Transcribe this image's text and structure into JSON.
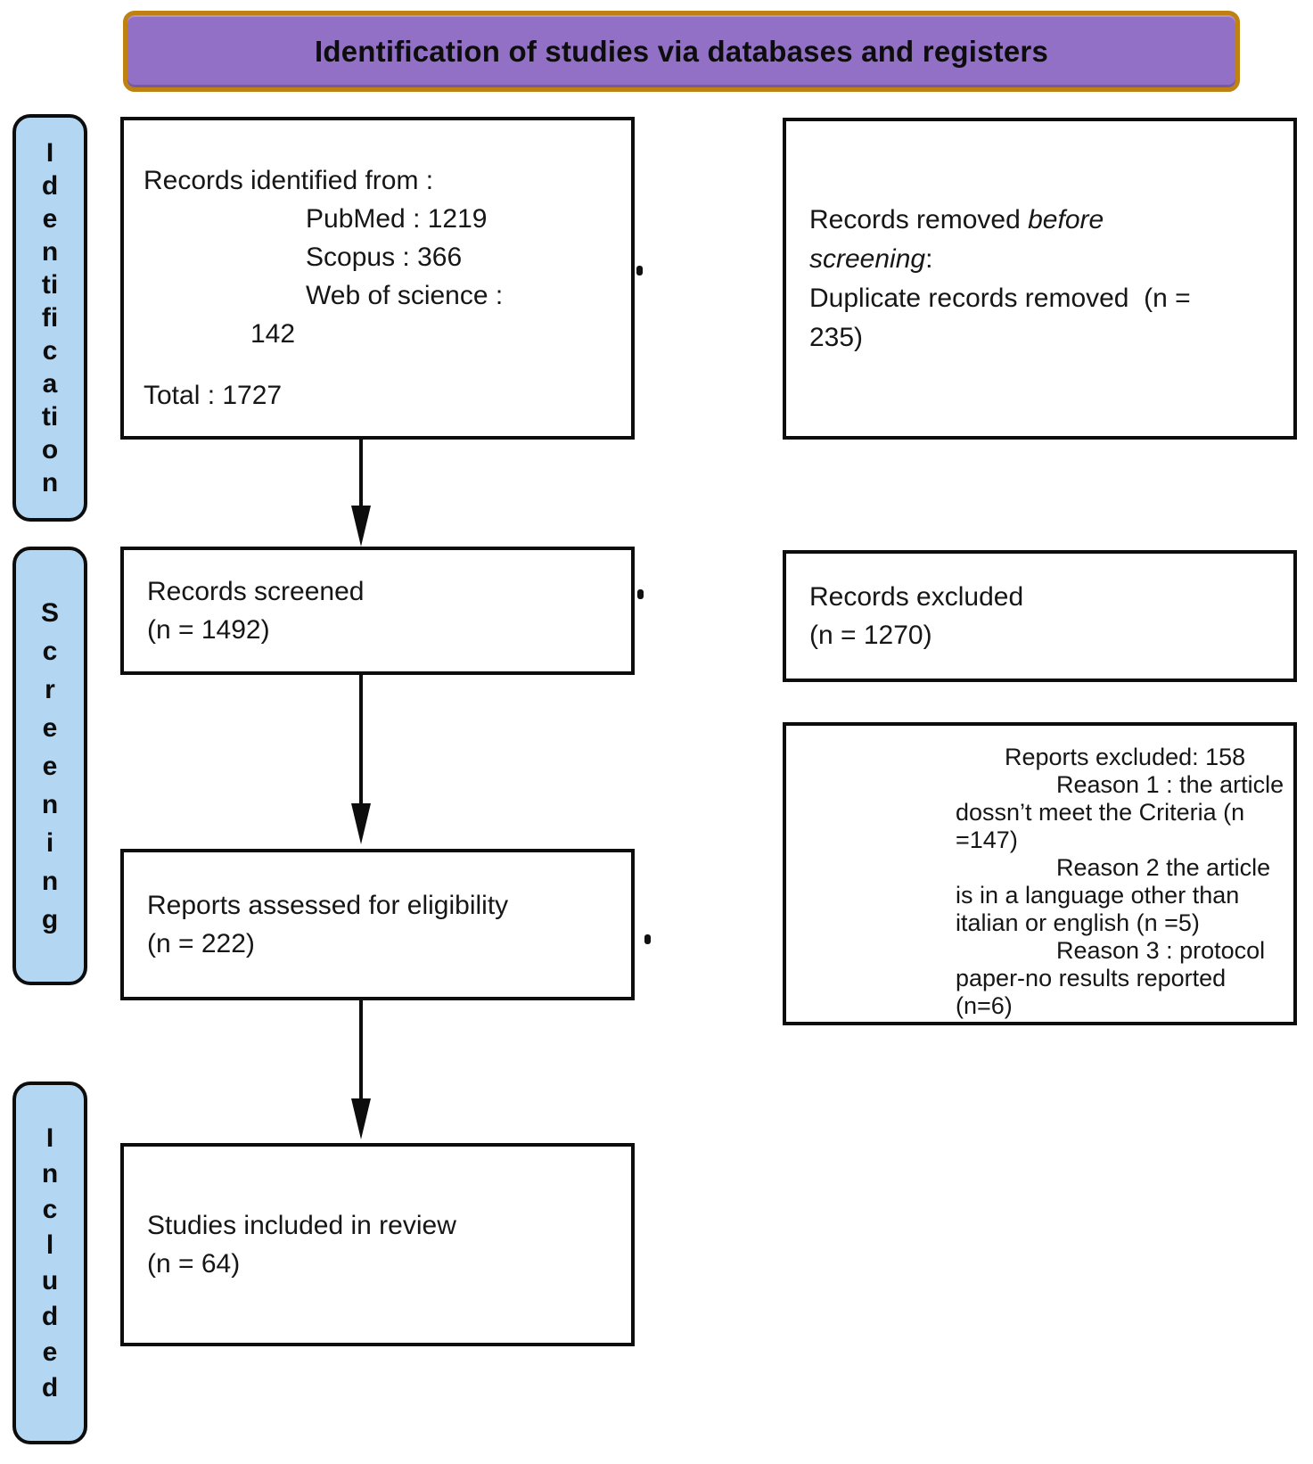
{
  "header": {
    "title": "Identification of studies via databases and registers"
  },
  "colors": {
    "banner_bg": "#9270c6",
    "banner_border": "#bf8112",
    "stage_bg": "#b3d6f2",
    "box_border": "#0d0d0d"
  },
  "stages": {
    "identification": {
      "label": "Identification",
      "letters": [
        "I",
        "d",
        "e",
        "n",
        "ti",
        "fi",
        "c",
        "a",
        "ti",
        "o",
        "n"
      ]
    },
    "screening": {
      "label": "Screening",
      "letters": [
        "S",
        "c",
        "r",
        "e",
        "e",
        "n",
        "i",
        "n",
        "g"
      ]
    },
    "included": {
      "label": "Included",
      "letters": [
        "I",
        "n",
        "c",
        "l",
        "u",
        "d",
        "e",
        "d"
      ]
    }
  },
  "boxes": {
    "records_identified": {
      "line1": "Records identified from :",
      "line2": "PubMed : 1219",
      "line3": "Scopus : 366",
      "line4": "Web of science :",
      "line5": "142",
      "line6": "Total : 1727"
    },
    "records_removed": {
      "l1_normal": "Records removed ",
      "l1_italic": "before",
      "l2_italic": "screening",
      "l2_normal": ":",
      "l3": "Duplicate records removed  (n =",
      "l4": "235)"
    },
    "records_screened": {
      "line1": "Records screened",
      "line2": "(n = 1492)"
    },
    "records_excluded": {
      "line1": "Records excluded",
      "line2": "(n = 1270)"
    },
    "reports_excluded": {
      "line1": "Reports excluded: 158",
      "line2": "Reason 1 : the article",
      "line3": "dossn’t meet the Criteria (n",
      "line4": "=147)",
      "line5": "Reason 2 the article",
      "line6": "is in a language other than",
      "line7": "italian or english (n =5)",
      "line8": "Reason 3 : protocol",
      "line9": "paper-no results reported",
      "line10": "(n=6)"
    },
    "reports_assessed": {
      "line1": "Reports assessed for eligibility",
      "line2": "(n = 222)"
    },
    "studies_included": {
      "line1": "Studies included in review",
      "line2": "(n = 64)"
    }
  }
}
